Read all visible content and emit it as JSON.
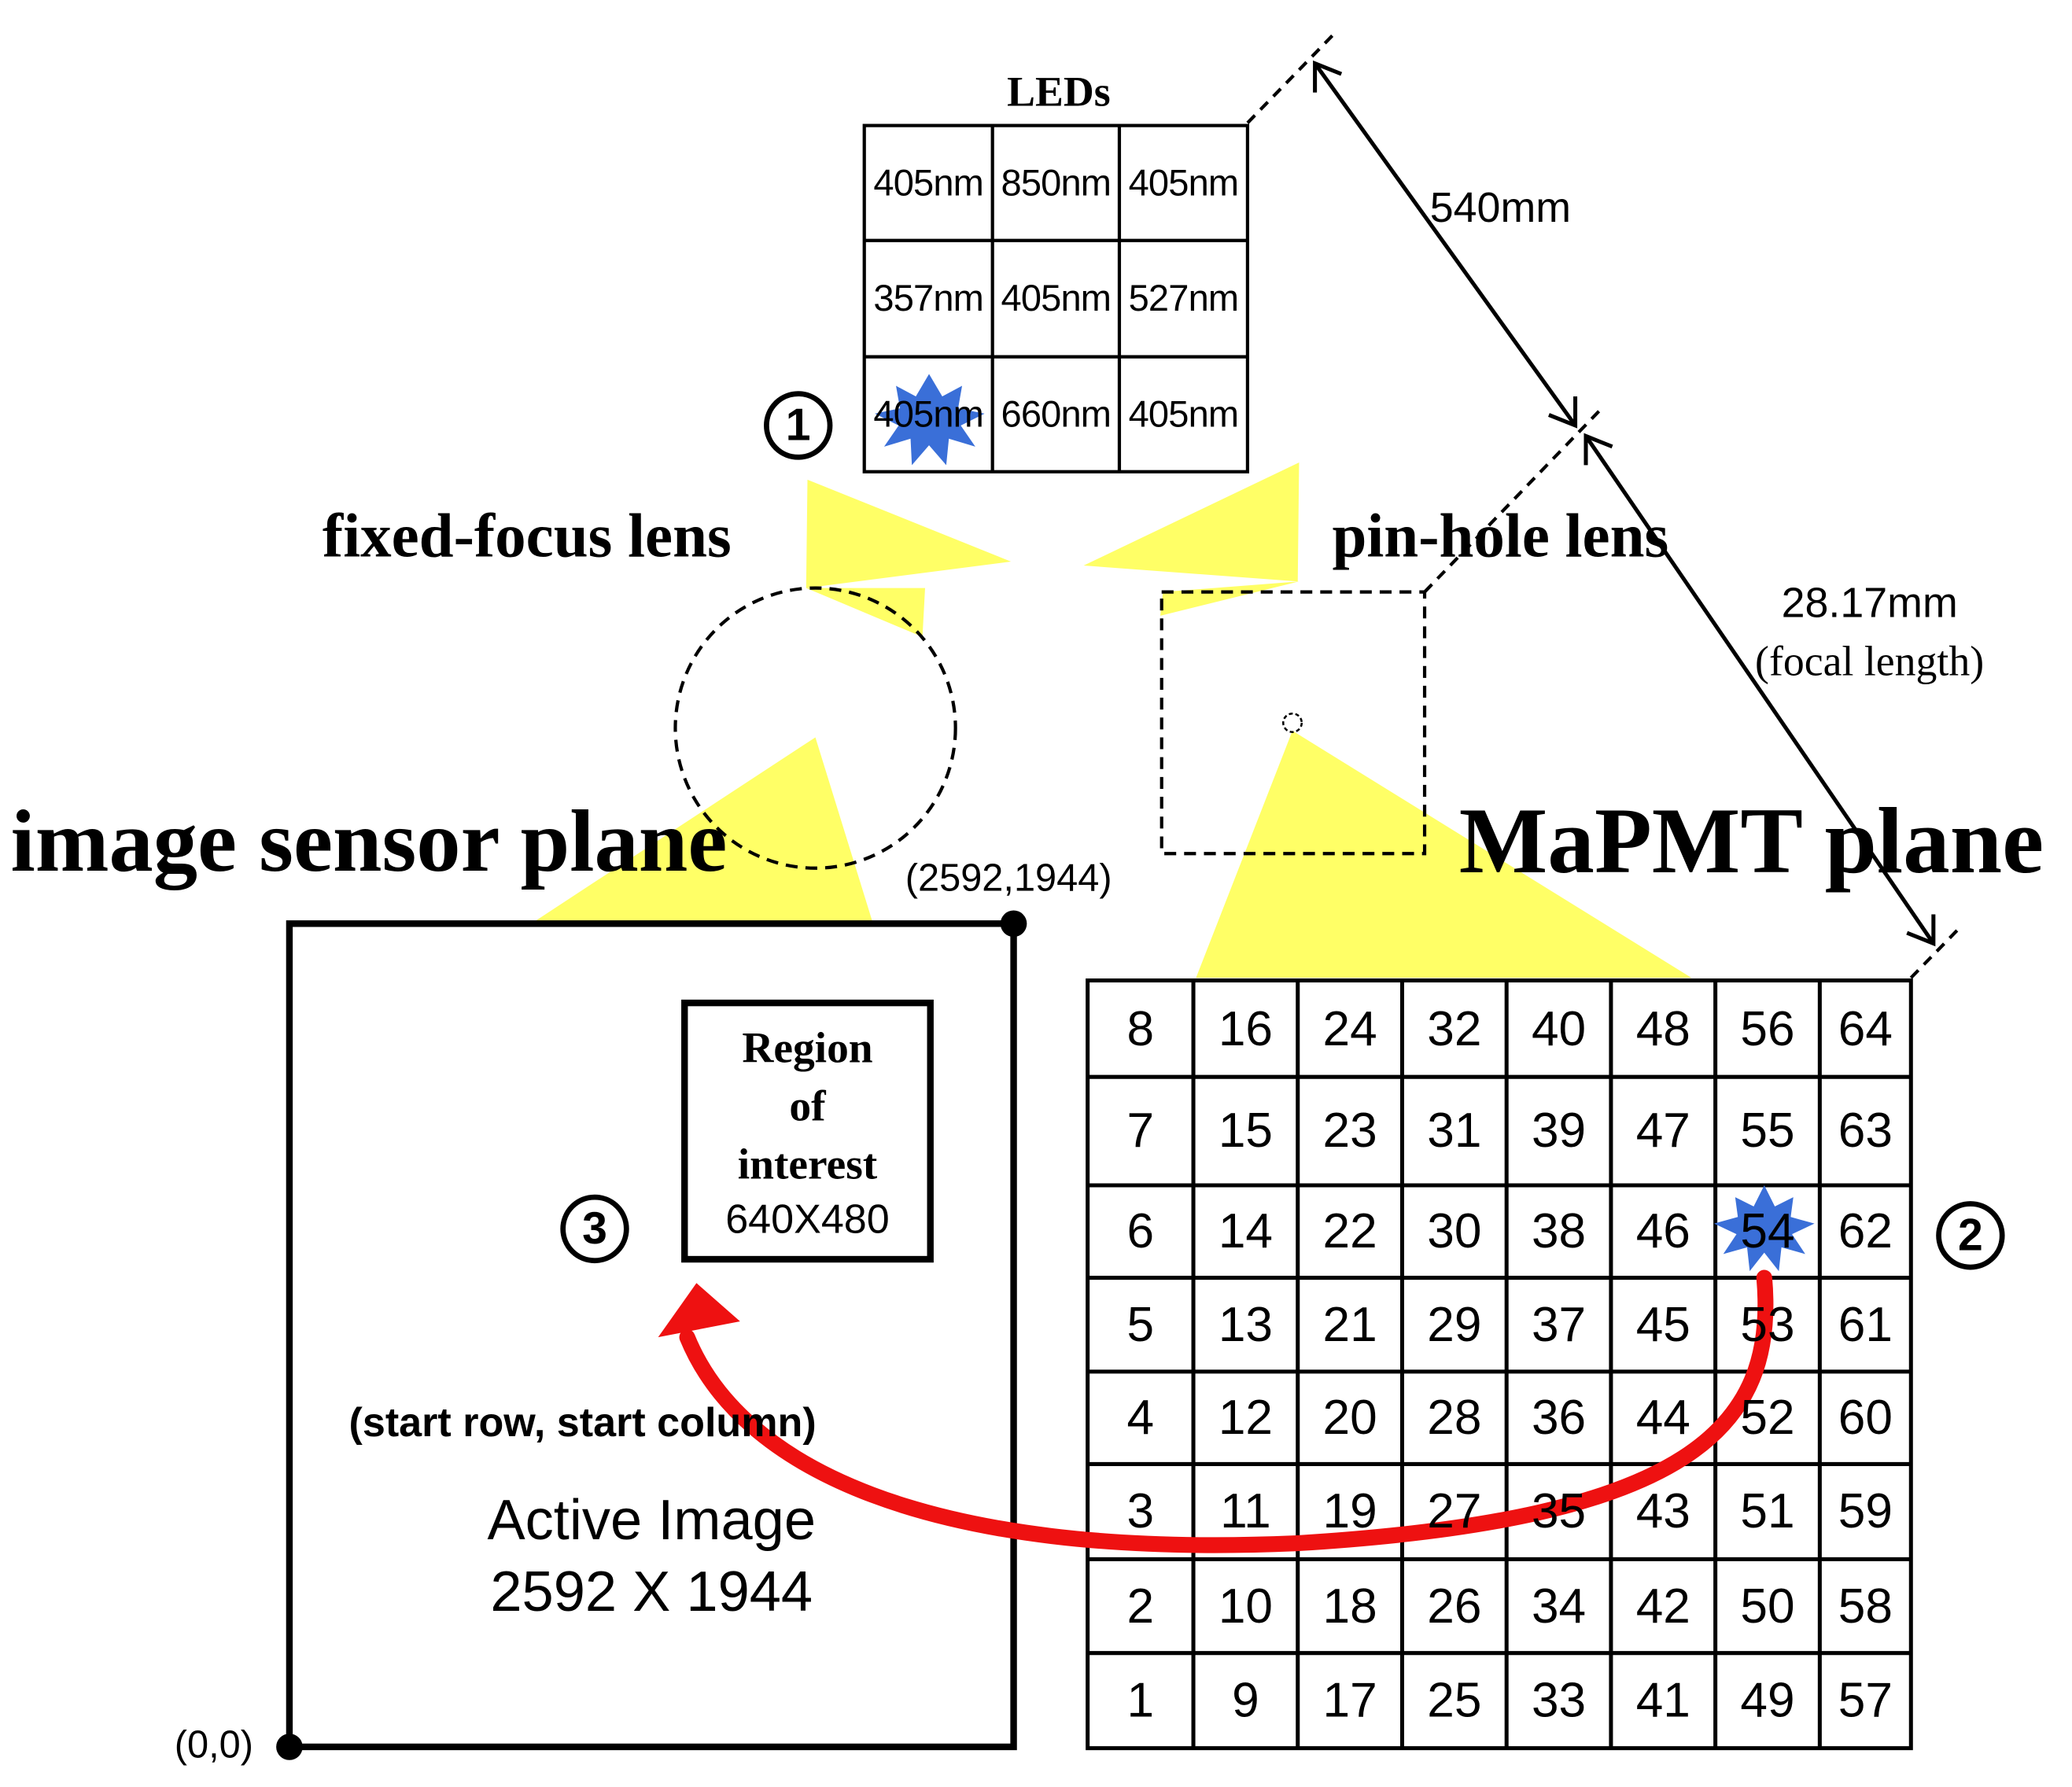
{
  "leds": {
    "title": "LEDs",
    "cells": [
      [
        "405nm",
        "850nm",
        "405nm"
      ],
      [
        "357nm",
        "405nm",
        "527nm"
      ],
      [
        "405nm",
        "660nm",
        "405nm"
      ]
    ]
  },
  "labels": {
    "fixed_focus_lens": "fixed-focus lens",
    "pinhole_lens": "pin-hole lens",
    "image_sensor_plane": "image sensor plane",
    "mapmt_plane": "MaPMT plane",
    "distance_540": "540mm",
    "focal_value": "28.17mm",
    "focal_caption": "(focal length)",
    "coord_top": "(2592,1944)",
    "coord_origin": "(0,0)",
    "roi_title": [
      "Region",
      "of",
      "interest"
    ],
    "roi_size": "640X480",
    "start_label": "(start row, start column)",
    "active_image": "Active Image",
    "active_size": "2592 X 1944"
  },
  "markers": [
    "1",
    "2",
    "3"
  ],
  "mapmt": {
    "rows": [
      [
        "8",
        "16",
        "24",
        "32",
        "40",
        "48",
        "56",
        "64"
      ],
      [
        "7",
        "15",
        "23",
        "31",
        "39",
        "47",
        "55",
        "63"
      ],
      [
        "6",
        "14",
        "22",
        "30",
        "38",
        "46",
        "54",
        "62"
      ],
      [
        "5",
        "13",
        "21",
        "29",
        "37",
        "45",
        "53",
        "61"
      ],
      [
        "4",
        "12",
        "20",
        "28",
        "36",
        "44",
        "52",
        "60"
      ],
      [
        "3",
        "11",
        "19",
        "27",
        "35",
        "43",
        "51",
        "59"
      ],
      [
        "2",
        "10",
        "18",
        "26",
        "34",
        "42",
        "50",
        "58"
      ],
      [
        "1",
        "9",
        "17",
        "25",
        "33",
        "41",
        "49",
        "57"
      ]
    ]
  },
  "colors": {
    "light_beam": "#ffff66",
    "flash": "#3a6fd8",
    "arrow": "#ee1111"
  }
}
